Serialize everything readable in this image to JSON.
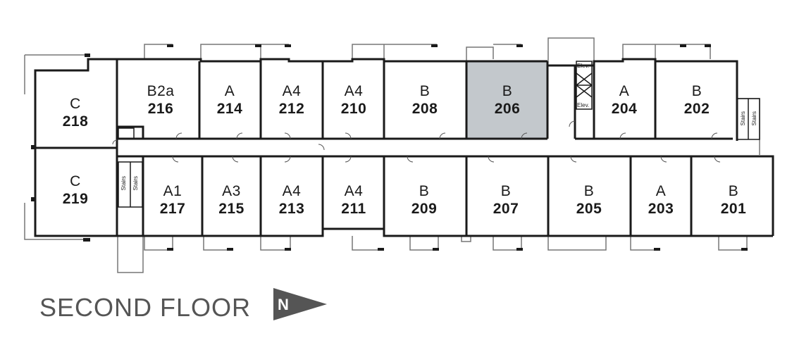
{
  "floor_title": "SECOND FLOOR",
  "north_label": "N",
  "selected_unit": "206",
  "colors": {
    "selected_fill": "#c3c8cc",
    "wall": "#1a1a1a",
    "balcony": "#777777",
    "title": "#555555",
    "north_arrow": "#555555"
  },
  "units": {
    "u218": {
      "type": "C",
      "number": "218"
    },
    "u216": {
      "type": "B2a",
      "number": "216"
    },
    "u214": {
      "type": "A",
      "number": "214"
    },
    "u212": {
      "type": "A4",
      "number": "212"
    },
    "u210": {
      "type": "A4",
      "number": "210"
    },
    "u208": {
      "type": "B",
      "number": "208"
    },
    "u206": {
      "type": "B",
      "number": "206"
    },
    "u204": {
      "type": "A",
      "number": "204"
    },
    "u202": {
      "type": "B",
      "number": "202"
    },
    "u219": {
      "type": "C",
      "number": "219"
    },
    "u217": {
      "type": "A1",
      "number": "217"
    },
    "u215": {
      "type": "A3",
      "number": "215"
    },
    "u213": {
      "type": "A4",
      "number": "213"
    },
    "u211": {
      "type": "A4",
      "number": "211"
    },
    "u209": {
      "type": "B",
      "number": "209"
    },
    "u207": {
      "type": "B",
      "number": "207"
    },
    "u205": {
      "type": "B",
      "number": "205"
    },
    "u203": {
      "type": "A",
      "number": "203"
    },
    "u201": {
      "type": "B",
      "number": "201"
    }
  },
  "service": {
    "stairs_label": "Stairs",
    "elevator_label": "Elev."
  }
}
